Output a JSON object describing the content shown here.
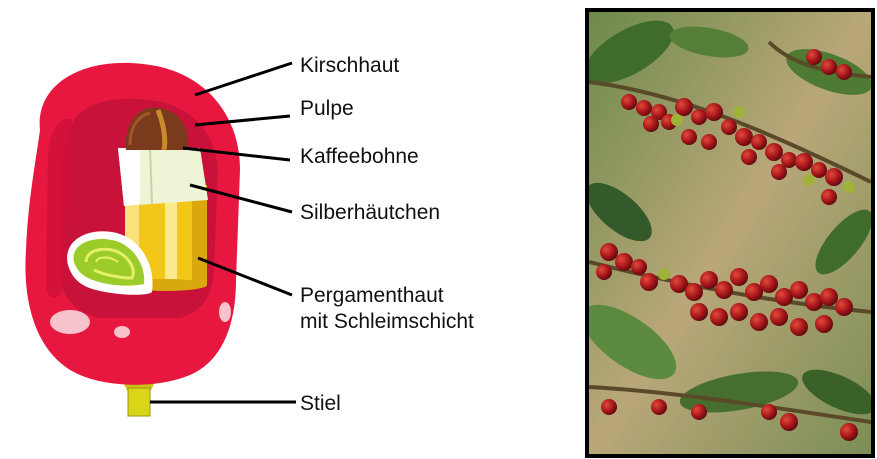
{
  "diagram": {
    "labels": {
      "kirschhaut": "Kirschhaut",
      "pulpe": "Pulpe",
      "kaffeebohne": "Kaffeebohne",
      "silberhaeutchen": "Silberhäutchen",
      "pergamenthaut_line1": "Pergamenthaut",
      "pergamenthaut_line2": "mit Schleimschicht",
      "stiel": "Stiel"
    }
  },
  "colors": {
    "cherry_skin": "#e8173f",
    "cherry_dark": "#b80d2e",
    "pulp": "#c9123a",
    "bean": "#7a3a1c",
    "parchment": "#f3c61a",
    "silverskin": "#eef4d6",
    "stem": "#d9d61a",
    "leaf_green": "#3f6b2c",
    "berry_red": "#b01818"
  }
}
